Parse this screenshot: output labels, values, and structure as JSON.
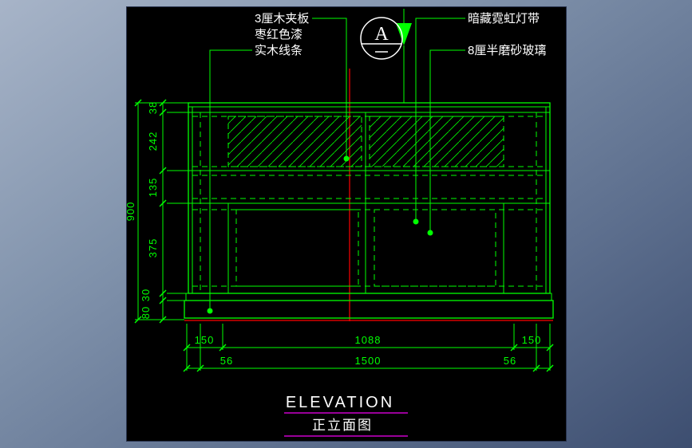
{
  "canvas": {
    "background": "#000000"
  },
  "annotations": {
    "left_labels": [
      "3厘木夹板",
      "枣红色漆",
      "实木线条"
    ],
    "right_labels": [
      "暗藏霓虹灯带",
      "8厘半磨砂玻璃"
    ]
  },
  "section_marker": {
    "letter": "A"
  },
  "dimensions": {
    "left_overall": "900",
    "left_chain": [
      "38",
      "242",
      "135",
      "375",
      "30",
      "80"
    ],
    "bottom_row1": [
      "150",
      "1088",
      "150"
    ],
    "bottom_row2": [
      "56",
      "1500",
      "56"
    ]
  },
  "title": {
    "en": "ELEVATION",
    "zh": "正立面图"
  },
  "colors": {
    "line_green": "#00ff00",
    "centerline_red": "#ff0000",
    "title_underline": "#cc00cc",
    "label_white": "#ffffff",
    "frame_background": "#8193ac"
  }
}
